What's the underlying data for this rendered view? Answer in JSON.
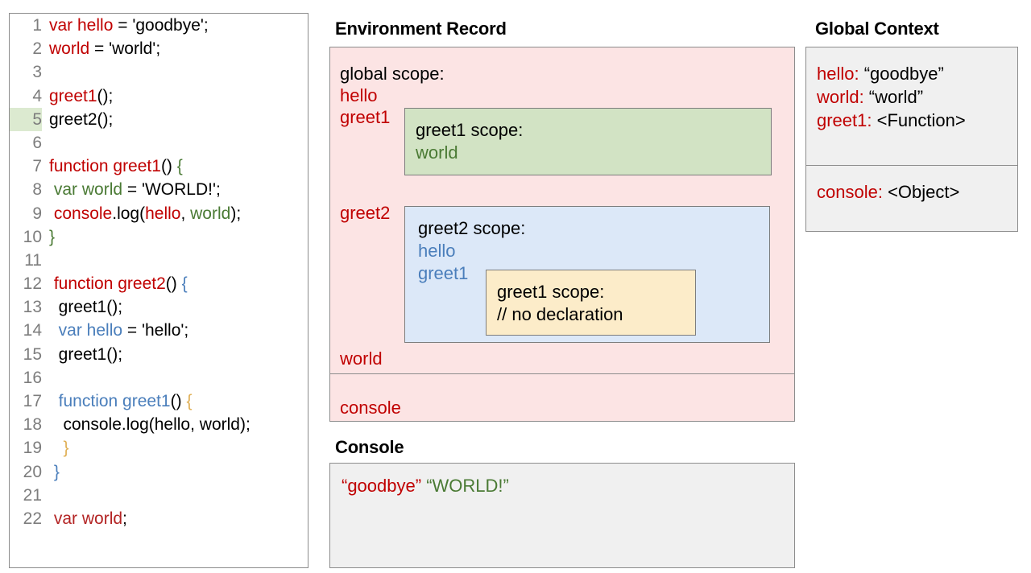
{
  "code_panel": {
    "name": "javascript-source",
    "lines": [
      {
        "n": "1",
        "highlight": false,
        "tokens": [
          {
            "t": "var hello",
            "c": "red"
          },
          {
            "t": " = 'goodbye';",
            "c": "black"
          }
        ]
      },
      {
        "n": "2",
        "highlight": false,
        "tokens": [
          {
            "t": "world",
            "c": "red"
          },
          {
            "t": " = 'world';",
            "c": "black"
          }
        ]
      },
      {
        "n": "3",
        "highlight": false,
        "tokens": []
      },
      {
        "n": "4",
        "highlight": false,
        "tokens": [
          {
            "t": "greet1",
            "c": "red"
          },
          {
            "t": "();",
            "c": "black"
          }
        ]
      },
      {
        "n": "5",
        "highlight": true,
        "tokens": [
          {
            "t": "greet2();",
            "c": "black"
          }
        ]
      },
      {
        "n": "6",
        "highlight": false,
        "tokens": []
      },
      {
        "n": "7",
        "highlight": false,
        "tokens": [
          {
            "t": "function greet1",
            "c": "red"
          },
          {
            "t": "() ",
            "c": "black"
          },
          {
            "t": "{",
            "c": "green"
          }
        ]
      },
      {
        "n": "8",
        "highlight": false,
        "tokens": [
          {
            "t": " ",
            "c": "black"
          },
          {
            "t": "var world",
            "c": "green"
          },
          {
            "t": " = 'WORLD!';",
            "c": "black"
          }
        ]
      },
      {
        "n": "9",
        "highlight": false,
        "tokens": [
          {
            "t": " ",
            "c": "black"
          },
          {
            "t": "console",
            "c": "red"
          },
          {
            "t": ".log(",
            "c": "black"
          },
          {
            "t": "hello",
            "c": "red"
          },
          {
            "t": ", ",
            "c": "black"
          },
          {
            "t": "world",
            "c": "green"
          },
          {
            "t": ");",
            "c": "black"
          }
        ]
      },
      {
        "n": "10",
        "highlight": false,
        "tokens": [
          {
            "t": "}",
            "c": "green"
          }
        ]
      },
      {
        "n": "11",
        "highlight": false,
        "tokens": []
      },
      {
        "n": "12",
        "highlight": false,
        "tokens": [
          {
            "t": " ",
            "c": "black"
          },
          {
            "t": "function greet2",
            "c": "red"
          },
          {
            "t": "() ",
            "c": "black"
          },
          {
            "t": "{",
            "c": "blue"
          }
        ]
      },
      {
        "n": "13",
        "highlight": false,
        "tokens": [
          {
            "t": "  greet1();",
            "c": "black"
          }
        ]
      },
      {
        "n": "14",
        "highlight": false,
        "tokens": [
          {
            "t": "  ",
            "c": "black"
          },
          {
            "t": "var hello",
            "c": "blue"
          },
          {
            "t": " = 'hello';",
            "c": "black"
          }
        ]
      },
      {
        "n": "15",
        "highlight": false,
        "tokens": [
          {
            "t": "  greet1();",
            "c": "black"
          }
        ]
      },
      {
        "n": "16",
        "highlight": false,
        "tokens": []
      },
      {
        "n": "17",
        "highlight": false,
        "tokens": [
          {
            "t": "  ",
            "c": "black"
          },
          {
            "t": "function greet1",
            "c": "blue"
          },
          {
            "t": "() ",
            "c": "black"
          },
          {
            "t": "{",
            "c": "tan"
          }
        ]
      },
      {
        "n": "18",
        "highlight": false,
        "tokens": [
          {
            "t": "   console.log(hello, world);",
            "c": "black"
          }
        ]
      },
      {
        "n": "19",
        "highlight": false,
        "tokens": [
          {
            "t": "   ",
            "c": "black"
          },
          {
            "t": "}",
            "c": "tan"
          }
        ]
      },
      {
        "n": "20",
        "highlight": false,
        "tokens": [
          {
            "t": " ",
            "c": "black"
          },
          {
            "t": "}",
            "c": "blue"
          }
        ]
      },
      {
        "n": "21",
        "highlight": false,
        "tokens": []
      },
      {
        "n": "22",
        "highlight": false,
        "tokens": [
          {
            "t": " ",
            "c": "black"
          },
          {
            "t": "var world",
            "c": "dred"
          },
          {
            "t": ";",
            "c": "black"
          }
        ]
      }
    ]
  },
  "environment_record": {
    "title": "Environment Record",
    "global_scope_label": "global scope:",
    "bindings": {
      "hello": "hello",
      "greet1": "greet1",
      "greet2": "greet2",
      "world": "world",
      "console": "console"
    },
    "greet1_scope": {
      "header": "greet1 scope:",
      "vars": [
        "world"
      ]
    },
    "greet2_scope": {
      "header": "greet2 scope:",
      "vars": [
        "hello",
        "greet1"
      ],
      "nested_greet1_scope": {
        "header": "greet1 scope:",
        "note": "// no declaration"
      }
    }
  },
  "global_context": {
    "title": "Global Context",
    "entries": [
      {
        "key": "hello:",
        "value": " “goodbye”"
      },
      {
        "key": "world:",
        "value": " “world”"
      },
      {
        "key": "greet1:",
        "value": " <Function>"
      }
    ],
    "object_entries": [
      {
        "key": "console:",
        "value": " <Object>"
      }
    ]
  },
  "console": {
    "title": "Console",
    "output": [
      {
        "text": "“goodbye”",
        "color": "red"
      },
      {
        "text": " ",
        "color": "black"
      },
      {
        "text": "“WORLD!”",
        "color": "green"
      }
    ]
  },
  "colors": {
    "red": "#c00000",
    "dark_red": "#b32424",
    "green": "#4a7a34",
    "blue": "#4a7ebb",
    "tan": "#e0b056",
    "pink_bg": "#fce4e4",
    "green_bg": "#d2e3c4",
    "blue_bg": "#dce8f8",
    "yellow_bg": "#fcecc9",
    "grey_bg": "#f0f0f0",
    "border": "#8c8c8c",
    "line_highlight": "#dcead0"
  }
}
